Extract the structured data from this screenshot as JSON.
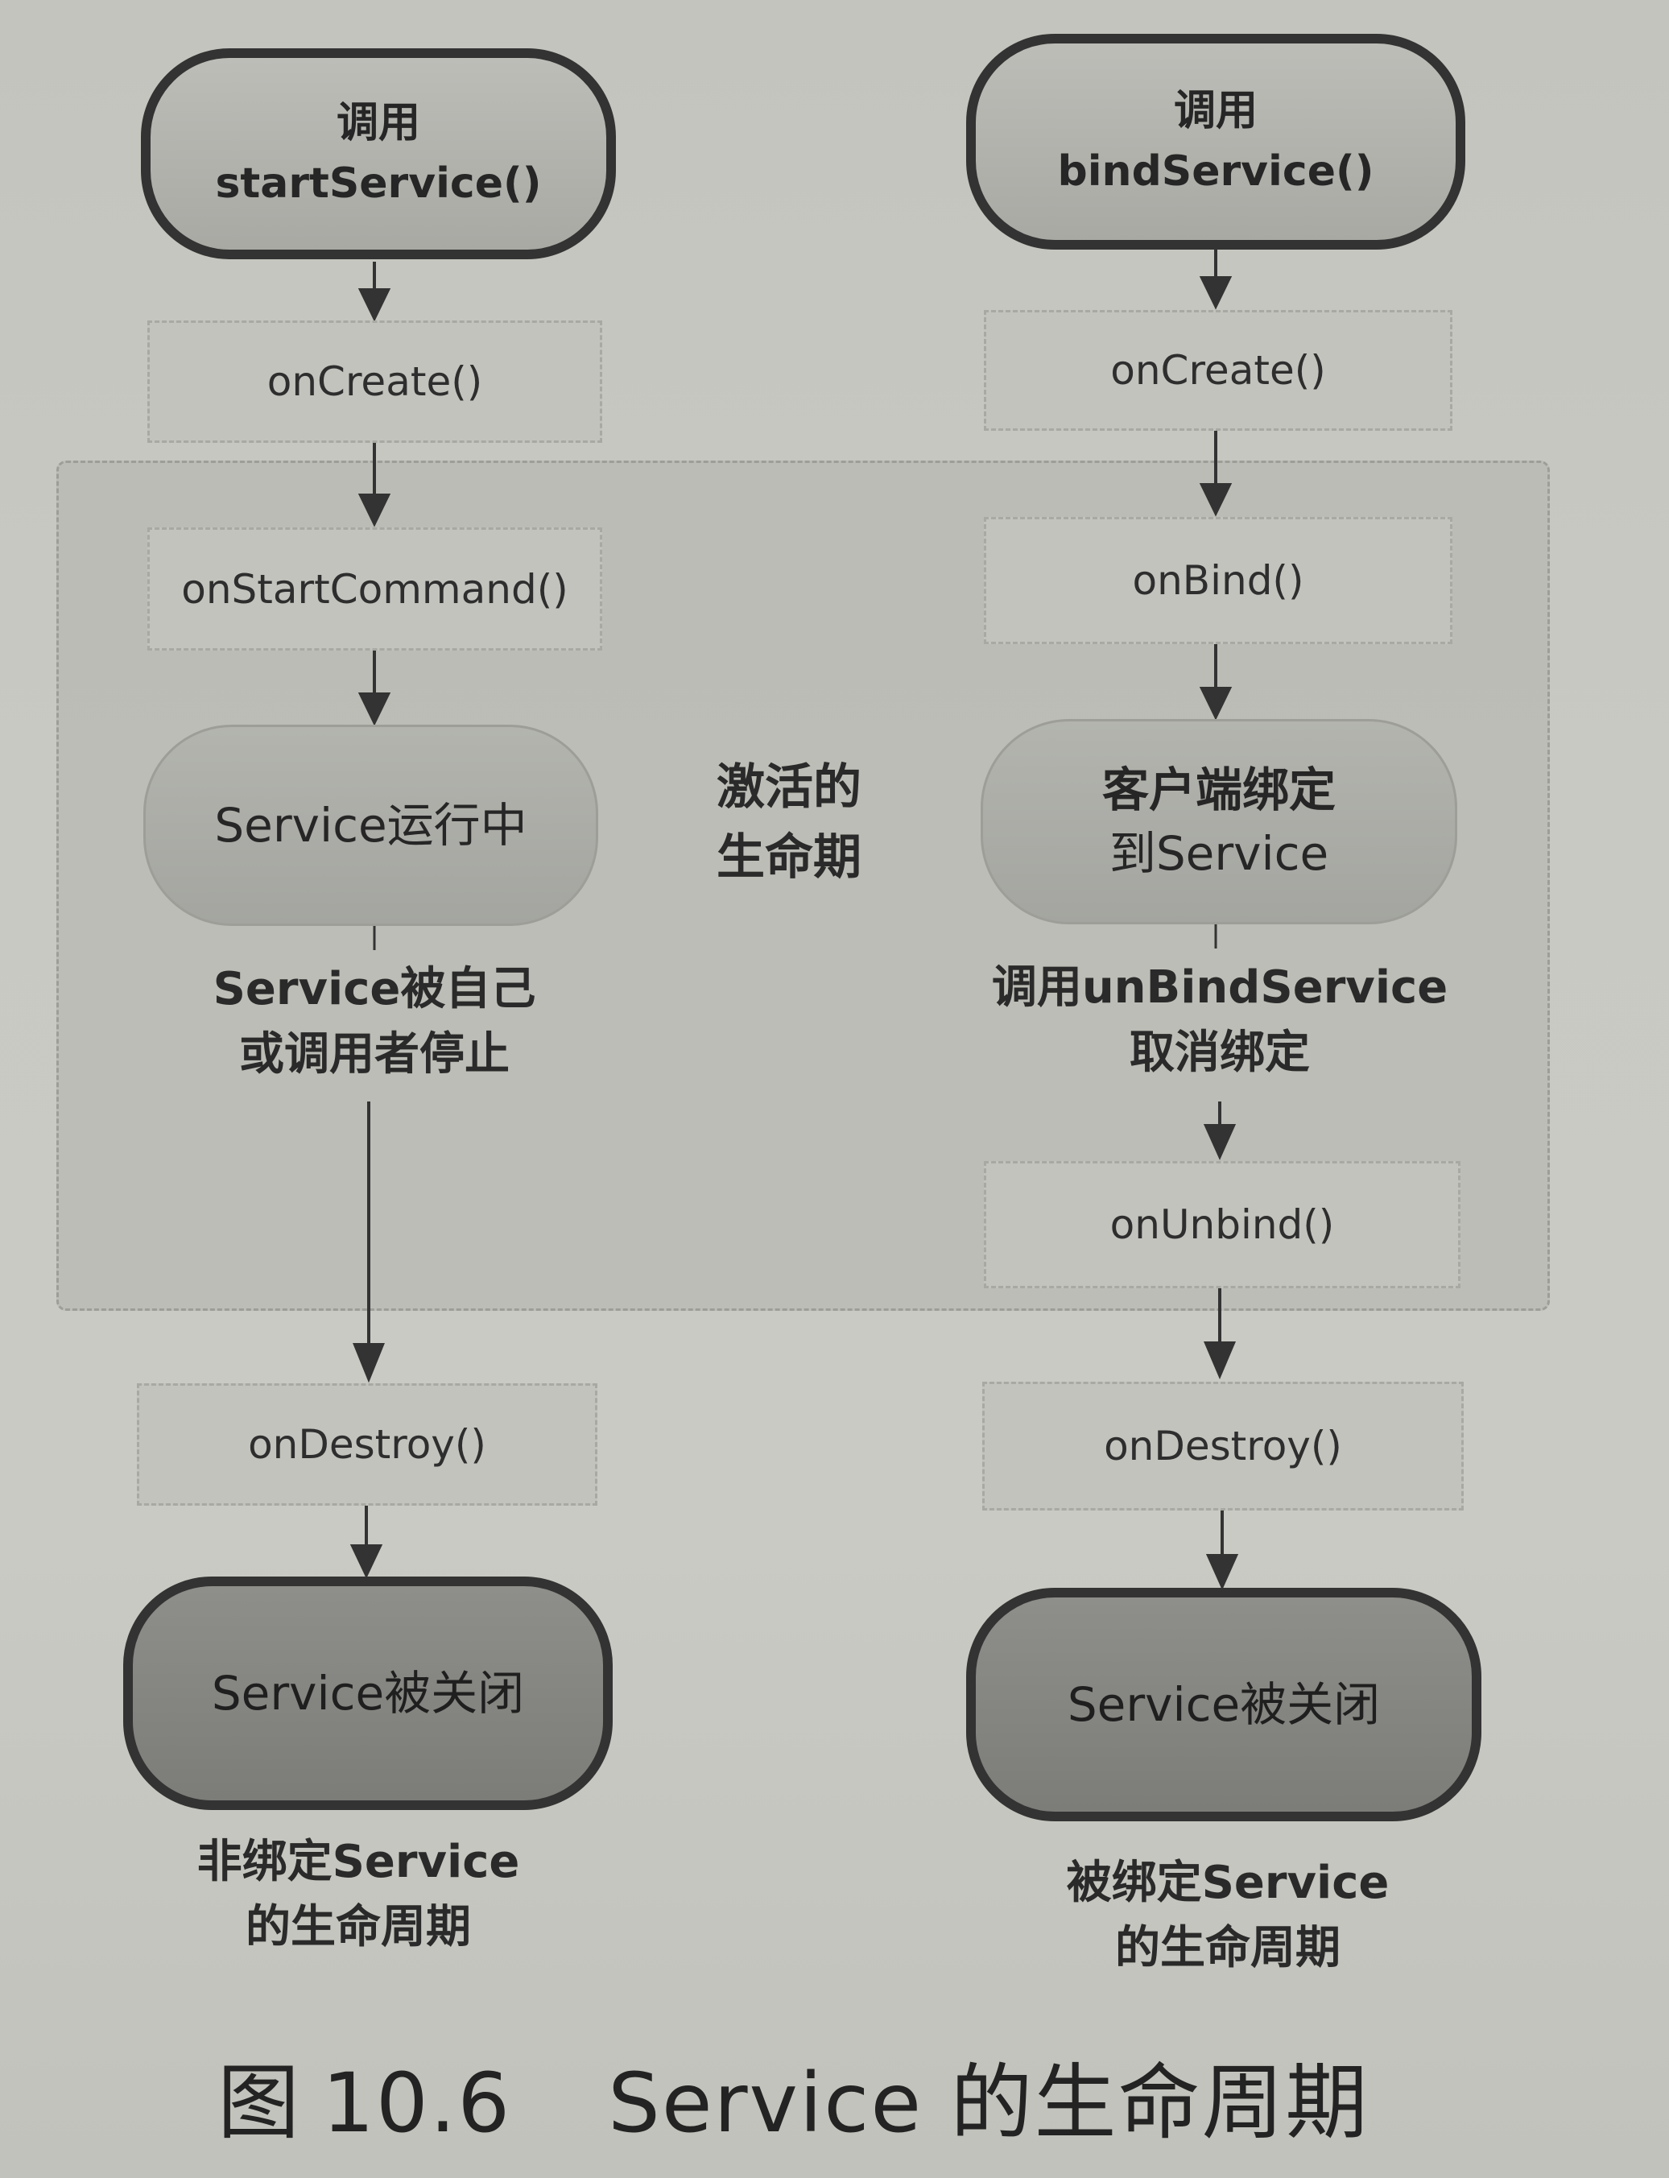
{
  "left": {
    "start_line1": "调用",
    "start_line2": "startService()",
    "on_create": "onCreate()",
    "on_start_command": "onStartCommand()",
    "running": "Service运行中",
    "stop_line1": "Service被自己",
    "stop_line2": "或调用者停止",
    "on_destroy": "onDestroy()",
    "closed": "Service被关闭",
    "label_line1": "非绑定Service",
    "label_line2": "的生命周期"
  },
  "right": {
    "start_line1": "调用",
    "start_line2": "bindService()",
    "on_create": "onCreate()",
    "on_bind": "onBind()",
    "bound_line1": "客户端绑定",
    "bound_line2": "到Service",
    "unbind_line1": "调用unBindService",
    "unbind_line2": "取消绑定",
    "on_unbind": "onUnbind()",
    "on_destroy": "onDestroy()",
    "closed": "Service被关闭",
    "label_line1": "被绑定Service",
    "label_line2": "的生命周期"
  },
  "region": {
    "label_line1": "激活的",
    "label_line2": "生命期"
  },
  "caption": {
    "prefix": "图",
    "number": "10.6",
    "title": "Service 的生命周期"
  }
}
